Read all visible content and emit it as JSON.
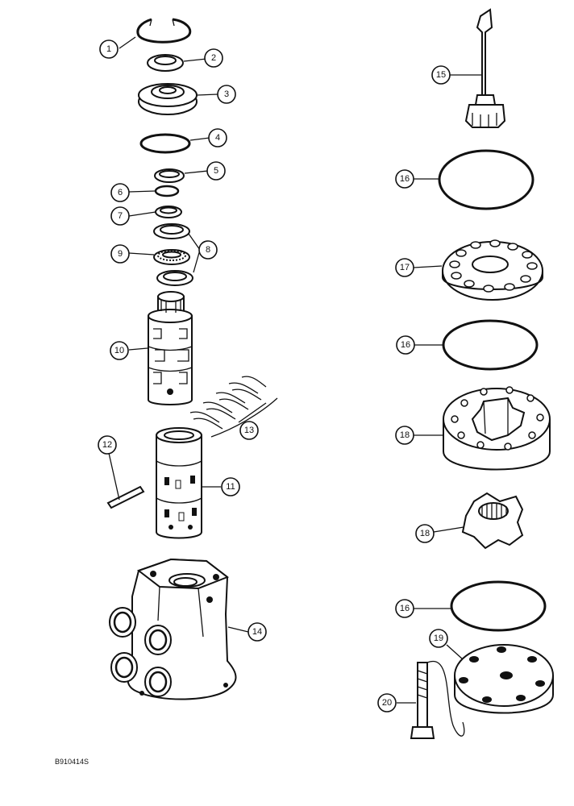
{
  "figure_code": "B910414S",
  "callouts": [
    {
      "id": "c1",
      "label": "1"
    },
    {
      "id": "c2",
      "label": "2"
    },
    {
      "id": "c3",
      "label": "3"
    },
    {
      "id": "c4",
      "label": "4"
    },
    {
      "id": "c5",
      "label": "5"
    },
    {
      "id": "c6",
      "label": "6"
    },
    {
      "id": "c7",
      "label": "7"
    },
    {
      "id": "c8",
      "label": "8"
    },
    {
      "id": "c9",
      "label": "9"
    },
    {
      "id": "c10",
      "label": "10"
    },
    {
      "id": "c11",
      "label": "11"
    },
    {
      "id": "c12",
      "label": "12"
    },
    {
      "id": "c13",
      "label": "13"
    },
    {
      "id": "c14",
      "label": "14"
    },
    {
      "id": "c15",
      "label": "15"
    },
    {
      "id": "c16a",
      "label": "16"
    },
    {
      "id": "c17",
      "label": "17"
    },
    {
      "id": "c16b",
      "label": "16"
    },
    {
      "id": "c18a",
      "label": "18"
    },
    {
      "id": "c18b",
      "label": "18"
    },
    {
      "id": "c16c",
      "label": "16"
    },
    {
      "id": "c19",
      "label": "19"
    },
    {
      "id": "c20",
      "label": "20"
    }
  ]
}
